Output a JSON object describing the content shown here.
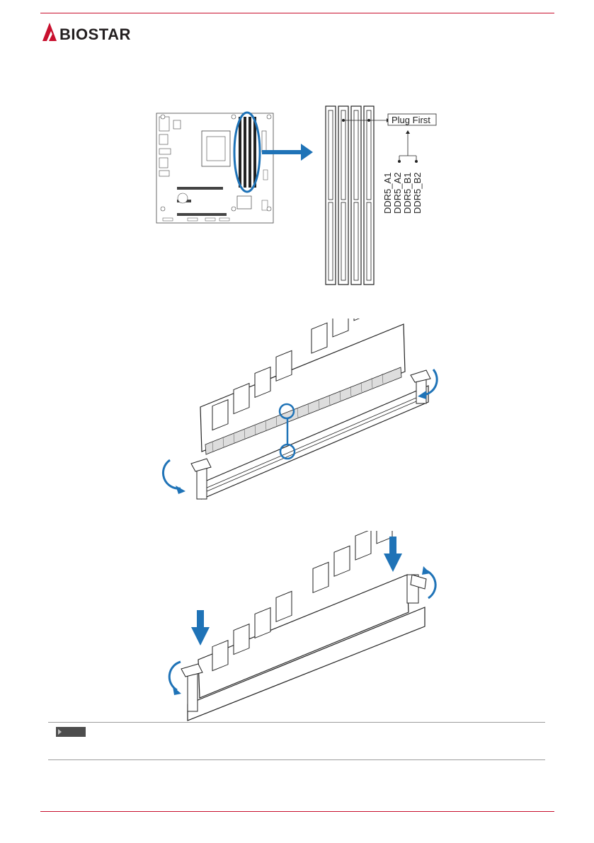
{
  "header": {
    "brand_name": "BIOSTAR",
    "brand_color": "#c8102e"
  },
  "slot_diagram": {
    "callout": "Plug First",
    "slot_labels": [
      "DDR5_A1",
      "DDR5_A2",
      "DDR5_B1",
      "DDR5_B2"
    ],
    "highlight_color": "#1f73b7"
  },
  "note": {
    "tag_icon": "play-triangle-icon"
  }
}
